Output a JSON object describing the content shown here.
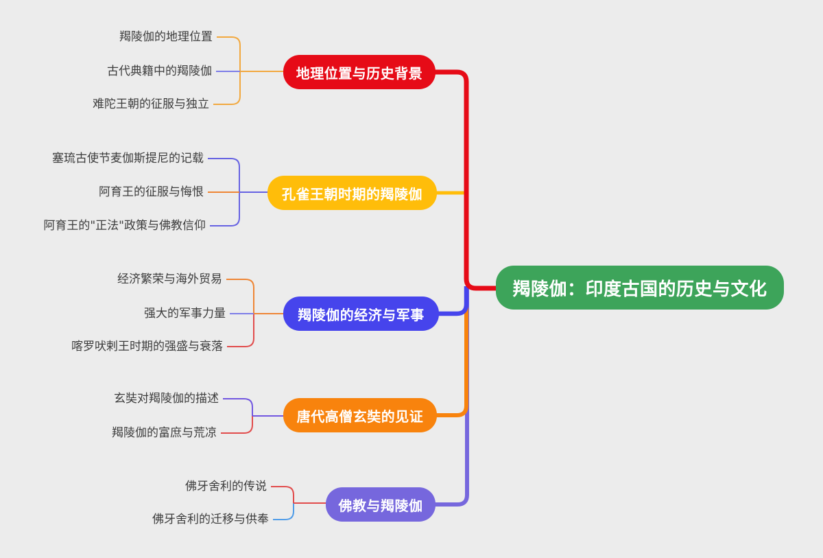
{
  "palette": {
    "background": "#ececec",
    "node_red": "#e60b17",
    "node_yellow": "#ffbd0a",
    "node_blue": "#4644ec",
    "node_orange": "#f8830d",
    "node_purple": "#7667dd",
    "node_green": "#3da45a",
    "trunk_red": "#e60b17",
    "trunk_yellow": "#ffbd0a",
    "trunk_blue": "#4644ec",
    "trunk_orange": "#f8830d",
    "trunk_purple": "#7667dd",
    "link_amber": "#f2a83e",
    "link_orange": "#ee8534",
    "link_lavender": "#7d7de8",
    "link_indigo": "#6662e2",
    "link_purple": "#7156e0",
    "link_red": "#e14b4b",
    "link_lightblue": "#4f9ce8",
    "leaf_text": "#3c3c3c"
  },
  "root": {
    "label": "羯陵伽：印度古国的历史与文化"
  },
  "branches": [
    {
      "label": "地理位置与历史背景",
      "children": [
        "羯陵伽的地理位置",
        "古代典籍中的羯陵伽",
        "难陀王朝的征服与独立"
      ]
    },
    {
      "label": "孔雀王朝时期的羯陵伽",
      "children": [
        "塞琉古使节麦伽斯提尼的记载",
        "阿育王的征服与悔恨",
        "阿育王的\"正法\"政策与佛教信仰"
      ]
    },
    {
      "label": "羯陵伽的经济与军事",
      "children": [
        "经济繁荣与海外贸易",
        "强大的军事力量",
        "喀罗吠剌王时期的强盛与衰落"
      ]
    },
    {
      "label": "唐代高僧玄奘的见证",
      "children": [
        "玄奘对羯陵伽的描述",
        "羯陵伽的富庶与荒凉"
      ]
    },
    {
      "label": "佛教与羯陵伽",
      "children": [
        "佛牙舍利的传说",
        "佛牙舍利的迁移与供奉"
      ]
    }
  ]
}
